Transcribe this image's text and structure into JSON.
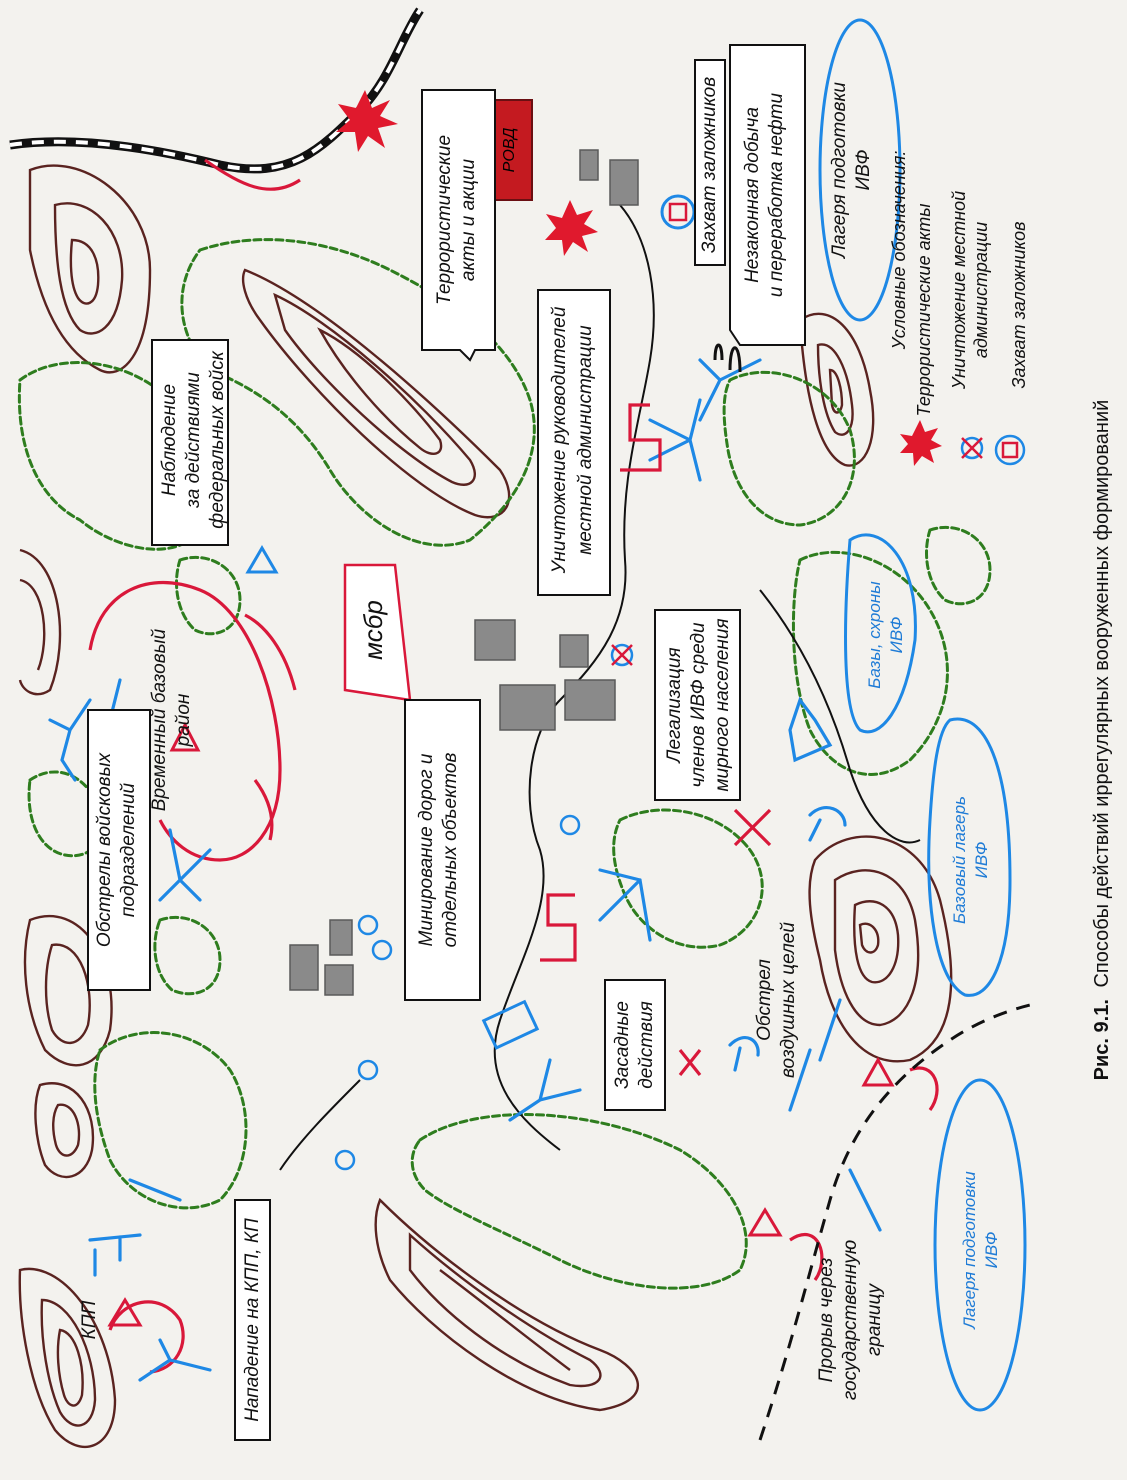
{
  "labels": {
    "terror_acts": [
      "Террористические",
      "акты и акции"
    ],
    "rovd": "РОВД",
    "hostages": "Захват заложников",
    "oil": [
      "Незаконная добыча",
      "и переработка нефти"
    ],
    "camps_top": [
      "Лагеря подготовки",
      "ИВФ"
    ],
    "observation": [
      "Наблюдение",
      "за действиями",
      "федеральных войск"
    ],
    "destroy_admin": [
      "Уничтожение руководителей",
      "местной администрации"
    ],
    "msbr": "мсбр",
    "temp_base": [
      "Временный базовый",
      "район"
    ],
    "shelling_units": [
      "Обстрелы войсковых",
      "подразделений"
    ],
    "legalization": [
      "Легализация",
      "членов ИВФ среди",
      "мирного населения"
    ],
    "mining": [
      "Минирование дорог и",
      "отдельных объектов"
    ],
    "bases": [
      "Базы, схроны",
      "ИВФ"
    ],
    "ambush": [
      "Засадные",
      "действия"
    ],
    "base_camp": [
      "Базовый лагерь",
      "ИВФ"
    ],
    "air_targets": [
      "Обстрел",
      "воздушных целей"
    ],
    "checkpoint_attack": "Нападение на КПП, КП",
    "kpp": "КПП",
    "border_breakthrough": [
      "Прорыв через",
      "государственную",
      "границу"
    ],
    "camps_bottom": [
      "Лагеря подготовки",
      "ИВФ"
    ]
  },
  "legend": {
    "title": "Условные обозначения:",
    "items": [
      "Террористические акты",
      "Уничтожение местной администрации",
      "Захват заложников"
    ]
  },
  "caption": {
    "number": "Рис. 9.1.",
    "text": "Способы действий иррегулярных вооруженных формирований"
  },
  "colors": {
    "red": "#d9183a",
    "blue": "#1e88e5",
    "green": "#2e7d1e",
    "brown": "#5a2320",
    "gray": "#8a8a8a"
  },
  "icons": [
    "explosion-icon",
    "crossed-circle-icon",
    "square-in-circle-icon",
    "triangle-icon",
    "weapon-y-icon",
    "oil-derrick-icon",
    "mine-icon"
  ]
}
